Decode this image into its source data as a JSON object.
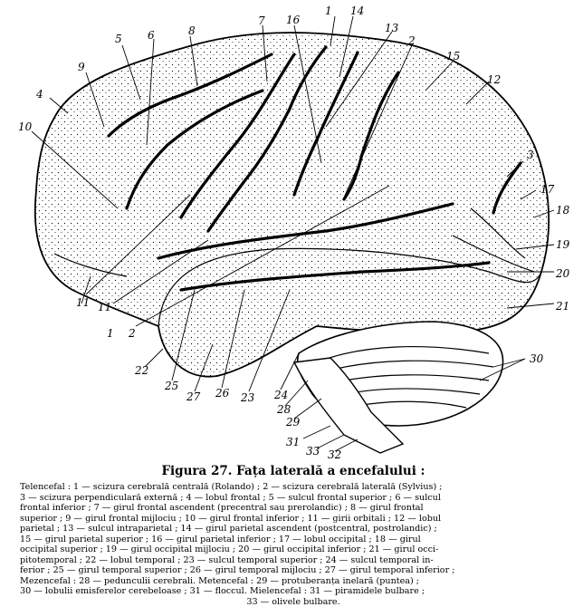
{
  "figure": {
    "labels": [
      "1",
      "2",
      "3",
      "4",
      "5",
      "6",
      "7",
      "8",
      "9",
      "10",
      "11",
      "12",
      "13",
      "14",
      "15",
      "16",
      "17",
      "18",
      "19",
      "20",
      "21",
      "22",
      "23",
      "24",
      "25",
      "26",
      "27",
      "28",
      "29",
      "30",
      "31",
      "32",
      "33"
    ]
  },
  "caption": {
    "title": "Figura 27.  Fața laterală a encefalului :",
    "lines": [
      "Telencefal : 1 — scizura cerebrală centrală (Rolando) ; 2 — scizura cerebrală laterală (Sylvius) ;",
      "3 — scizura perpendiculară externă ; 4 — lobul frontal ; 5 — sulcul frontal superior ; 6 — sulcul",
      "frontal inferior ; 7 — girul frontal ascendent (precentral sau prerolandic) ; 8 — girul frontal",
      "superior ; 9 — girul frontal mijlociu ; 10 — girul frontal inferior ; 11 — girii orbitali ; 12 — lobul",
      "parietal ; 13 — sulcul intraparietal ; 14 — girul parietal ascendent (postcentral, postrolandic) ;",
      "15 — girul parietal superior ; 16 — girul parietal inferior ; 17 — lobul occipital ; 18 — girul",
      "occipital superior ; 19 — girul occipital mijlociu ; 20 — girul occipital inferior ; 21 — girul occi-",
      "pitotemporal ; 22 — lobul temporal ; 23 — sulcul temporal superior ; 24 — sulcul temporal in-",
      "ferior ; 25 — girul temporal superior ; 26 — girul temporal mijlociu ; 27 — girul temporal inferior ;",
      "Mezencefal : 28 — pedunculii cerebrali. Metencefal : 29 — protuberanța inelară (puntea) ;",
      "30 — lobulii emisferelor cerebeloase ; 31 — floccul. Mielencefal : 31 — piramidele bulbare ;",
      "33 — olivele bulbare."
    ]
  }
}
